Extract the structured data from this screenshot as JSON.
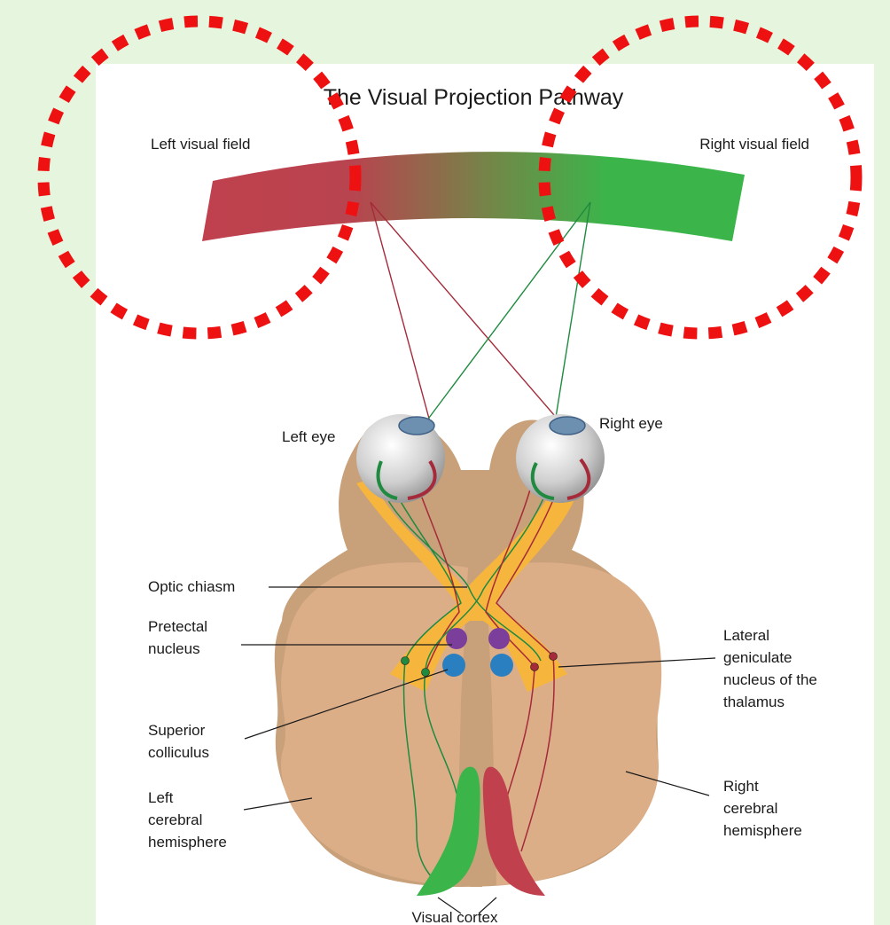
{
  "title": "The Visual Projection Pathway",
  "fields": {
    "left": "Left visual field",
    "right": "Right visual field"
  },
  "eyes": {
    "left": "Left eye",
    "right": "Right eye"
  },
  "labels": {
    "optic_chiasm": "Optic chiasm",
    "pretectal_1": "Pretectal",
    "pretectal_2": "nucleus",
    "superior_1": "Superior",
    "superior_2": "colliculus",
    "left_hemi_1": "Left",
    "left_hemi_2": "cerebral",
    "left_hemi_3": "hemisphere",
    "lgn_1": "Lateral",
    "lgn_2": "geniculate",
    "lgn_3": "nucleus of the",
    "lgn_4": "thalamus",
    "right_hemi_1": "Right",
    "right_hemi_2": "cerebral",
    "right_hemi_3": "hemisphere",
    "visual_cortex": "Visual cortex"
  },
  "colors": {
    "background": "#e6f5de",
    "left_field": "#c0404e",
    "right_field": "#3bb54a",
    "brain": "#c8a07a",
    "hemisphere": "#dcae88",
    "optic_tract": "#f6b53c",
    "pretectal": "#7b3e9a",
    "colliculus": "#2a7fc1",
    "highlight_circle": "#ee1111"
  }
}
